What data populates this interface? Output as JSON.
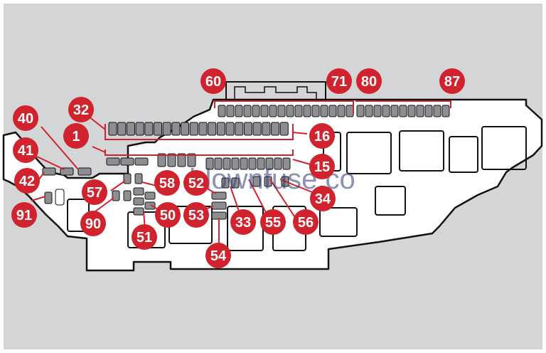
{
  "diagram": {
    "watermark": "blownfuse.co",
    "colors": {
      "background": "#d4d5d6",
      "housing_fill": "#ffffff",
      "outline": "#111111",
      "fuse_fill": "#8d8e91",
      "callout": "#d0232d",
      "callout_text": "#ffffff",
      "watermark": "#2e3a78"
    },
    "callouts": [
      "60",
      "71",
      "80",
      "87",
      "32",
      "40",
      "1",
      "16",
      "41",
      "15",
      "42",
      "57",
      "58",
      "52",
      "34",
      "91",
      "90",
      "50",
      "53",
      "33",
      "55",
      "56",
      "51",
      "54"
    ]
  }
}
